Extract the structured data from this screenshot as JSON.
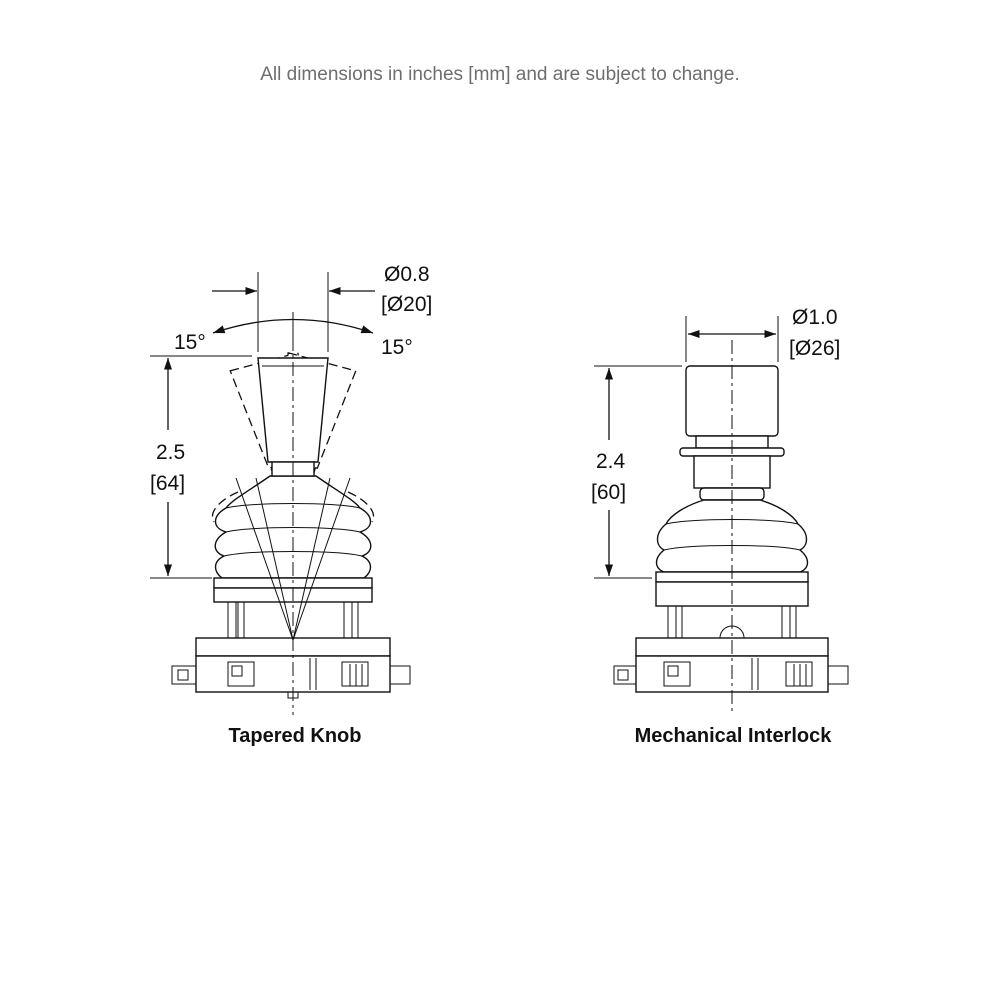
{
  "note": "All dimensions in inches [mm] and are subject to change.",
  "left": {
    "caption": "Tapered Knob",
    "diameter_in": "Ø0.8",
    "diameter_mm": "[Ø20]",
    "height_in": "2.5",
    "height_mm": "[64]",
    "angle_left": "15°",
    "angle_right": "15°"
  },
  "right": {
    "caption": "Mechanical Interlock",
    "diameter_in": "Ø1.0",
    "diameter_mm": "[Ø26]",
    "height_in": "2.4",
    "height_mm": "[60]"
  }
}
